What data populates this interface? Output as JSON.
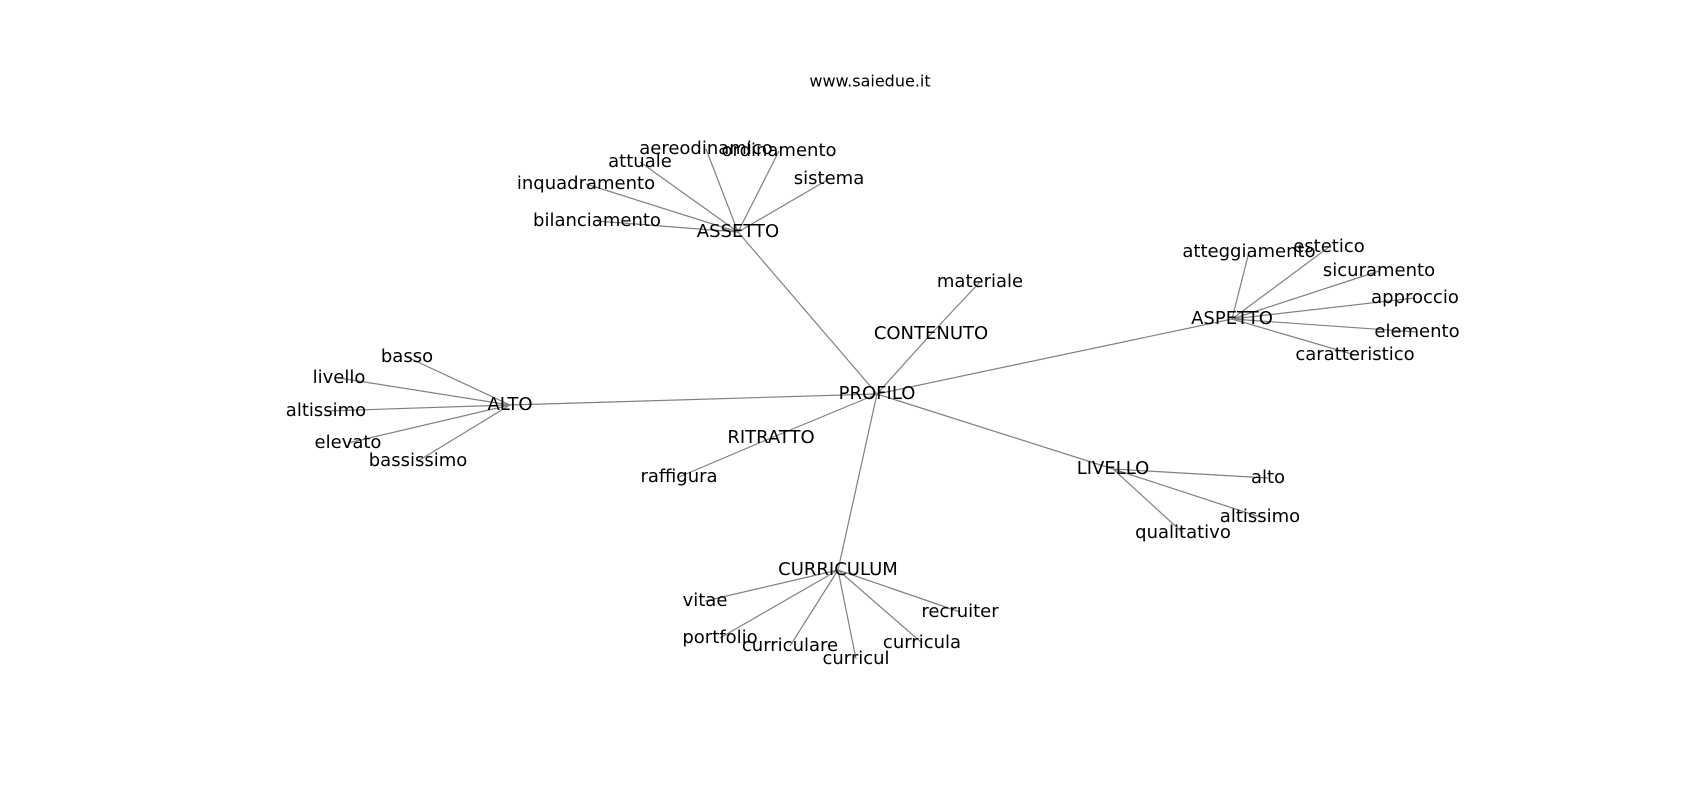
{
  "title": "www.saiedue.it",
  "graph": {
    "nodes": [
      {
        "id": "PROFILO",
        "label": "PROFILO"
      },
      {
        "id": "ASSETTO",
        "label": "ASSETTO"
      },
      {
        "id": "CONTENUTO",
        "label": "CONTENUTO"
      },
      {
        "id": "ASPETTO",
        "label": "ASPETTO"
      },
      {
        "id": "ALTO",
        "label": "ALTO"
      },
      {
        "id": "RITRATTO",
        "label": "RITRATTO"
      },
      {
        "id": "LIVELLO",
        "label": "LIVELLO"
      },
      {
        "id": "CURRICULUM",
        "label": "CURRICULUM"
      },
      {
        "id": "aereodinamico",
        "label": "aereodinamico"
      },
      {
        "id": "ordinamento",
        "label": "ordinamento"
      },
      {
        "id": "attuale",
        "label": "attuale"
      },
      {
        "id": "sistema",
        "label": "sistema"
      },
      {
        "id": "inquadramento",
        "label": "inquadramento"
      },
      {
        "id": "bilanciamento",
        "label": "bilanciamento"
      },
      {
        "id": "materiale",
        "label": "materiale"
      },
      {
        "id": "atteggiamento",
        "label": "atteggiamento"
      },
      {
        "id": "estetico",
        "label": "estetico"
      },
      {
        "id": "sicuramento",
        "label": "sicuramento"
      },
      {
        "id": "approccio",
        "label": "approccio"
      },
      {
        "id": "elemento",
        "label": "elemento"
      },
      {
        "id": "caratteristico",
        "label": "caratteristico"
      },
      {
        "id": "basso",
        "label": "basso"
      },
      {
        "id": "livello",
        "label": "livello"
      },
      {
        "id": "altissimo_a",
        "label": "altissimo"
      },
      {
        "id": "elevato",
        "label": "elevato"
      },
      {
        "id": "bassissimo",
        "label": "bassissimo"
      },
      {
        "id": "raffigura",
        "label": "raffigura"
      },
      {
        "id": "alto",
        "label": "alto"
      },
      {
        "id": "altissimo_l",
        "label": "altissimo"
      },
      {
        "id": "qualitativo",
        "label": "qualitativo"
      },
      {
        "id": "vitae",
        "label": "vitae"
      },
      {
        "id": "recruiter",
        "label": "recruiter"
      },
      {
        "id": "portfolio",
        "label": "portfolio"
      },
      {
        "id": "curriculare",
        "label": "curriculare"
      },
      {
        "id": "curricula",
        "label": "curricula"
      },
      {
        "id": "curricul",
        "label": "curricul"
      }
    ],
    "edges": [
      [
        "PROFILO",
        "ASSETTO"
      ],
      [
        "PROFILO",
        "CONTENUTO"
      ],
      [
        "PROFILO",
        "ASPETTO"
      ],
      [
        "PROFILO",
        "ALTO"
      ],
      [
        "PROFILO",
        "RITRATTO"
      ],
      [
        "PROFILO",
        "LIVELLO"
      ],
      [
        "PROFILO",
        "CURRICULUM"
      ],
      [
        "ASSETTO",
        "aereodinamico"
      ],
      [
        "ASSETTO",
        "ordinamento"
      ],
      [
        "ASSETTO",
        "attuale"
      ],
      [
        "ASSETTO",
        "sistema"
      ],
      [
        "ASSETTO",
        "inquadramento"
      ],
      [
        "ASSETTO",
        "bilanciamento"
      ],
      [
        "CONTENUTO",
        "materiale"
      ],
      [
        "ASPETTO",
        "atteggiamento"
      ],
      [
        "ASPETTO",
        "estetico"
      ],
      [
        "ASPETTO",
        "sicuramento"
      ],
      [
        "ASPETTO",
        "approccio"
      ],
      [
        "ASPETTO",
        "elemento"
      ],
      [
        "ASPETTO",
        "caratteristico"
      ],
      [
        "ALTO",
        "basso"
      ],
      [
        "ALTO",
        "livello"
      ],
      [
        "ALTO",
        "altissimo_a"
      ],
      [
        "ALTO",
        "elevato"
      ],
      [
        "ALTO",
        "bassissimo"
      ],
      [
        "RITRATTO",
        "raffigura"
      ],
      [
        "LIVELLO",
        "alto"
      ],
      [
        "LIVELLO",
        "altissimo_l"
      ],
      [
        "LIVELLO",
        "qualitativo"
      ],
      [
        "CURRICULUM",
        "vitae"
      ],
      [
        "CURRICULUM",
        "recruiter"
      ],
      [
        "CURRICULUM",
        "portfolio"
      ],
      [
        "CURRICULUM",
        "curriculare"
      ],
      [
        "CURRICULUM",
        "curricula"
      ],
      [
        "CURRICULUM",
        "curricul"
      ]
    ]
  }
}
